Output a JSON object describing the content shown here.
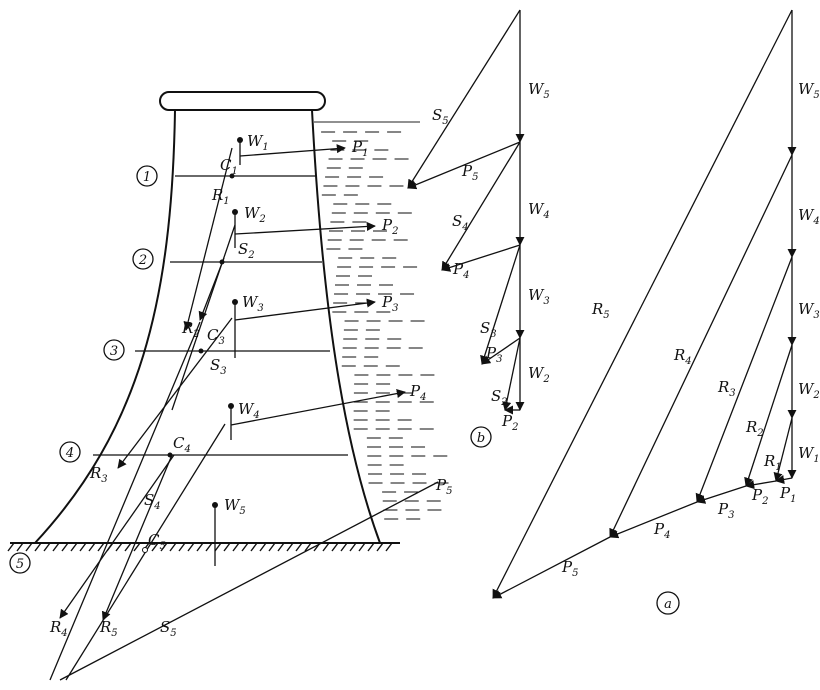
{
  "labels": {
    "W1": {
      "main": "W",
      "sub": "1"
    },
    "W2": {
      "main": "W",
      "sub": "2"
    },
    "W3": {
      "main": "W",
      "sub": "3"
    },
    "W4": {
      "main": "W",
      "sub": "4"
    },
    "W5": {
      "main": "W",
      "sub": "5"
    },
    "P1": {
      "main": "P",
      "sub": "1"
    },
    "P2": {
      "main": "P",
      "sub": "2"
    },
    "P3": {
      "main": "P",
      "sub": "3"
    },
    "P4": {
      "main": "P",
      "sub": "4"
    },
    "P5": {
      "main": "P",
      "sub": "5"
    },
    "C1": {
      "main": "C",
      "sub": "1"
    },
    "C3": {
      "main": "C",
      "sub": "3"
    },
    "C4": {
      "main": "C",
      "sub": "4"
    },
    "C5": {
      "main": "C",
      "sub": "5"
    },
    "R1": {
      "main": "R",
      "sub": "1"
    },
    "R2": {
      "main": "R",
      "sub": "2"
    },
    "R3": {
      "main": "R",
      "sub": "3"
    },
    "R4": {
      "main": "R",
      "sub": "4"
    },
    "R5": {
      "main": "R",
      "sub": "5"
    },
    "S2": {
      "main": "S",
      "sub": "2"
    },
    "S3": {
      "main": "S",
      "sub": "3"
    },
    "S4": {
      "main": "S",
      "sub": "4"
    },
    "S5": {
      "main": "S",
      "sub": "5"
    }
  },
  "joint_numbers": [
    "1",
    "2",
    "3",
    "4",
    "5"
  ],
  "polygon_b": {
    "marker": "b",
    "W5": {
      "main": "W",
      "sub": "5"
    },
    "W4": {
      "main": "W",
      "sub": "4"
    },
    "W3": {
      "main": "W",
      "sub": "3"
    },
    "W2": {
      "main": "W",
      "sub": "2"
    },
    "S5": {
      "main": "S",
      "sub": "5"
    },
    "S4": {
      "main": "S",
      "sub": "4"
    },
    "S3": {
      "main": "S",
      "sub": "3"
    },
    "S2": {
      "main": "S",
      "sub": "2"
    },
    "P5": {
      "main": "P",
      "sub": "5"
    },
    "P4": {
      "main": "P",
      "sub": "4"
    },
    "P3": {
      "main": "P",
      "sub": "3"
    },
    "P2": {
      "main": "P",
      "sub": "2"
    }
  },
  "polygon_a": {
    "marker": "a",
    "W5": {
      "main": "W",
      "sub": "5"
    },
    "W4": {
      "main": "W",
      "sub": "4"
    },
    "W3": {
      "main": "W",
      "sub": "3"
    },
    "W2": {
      "main": "W",
      "sub": "2"
    },
    "W1": {
      "main": "W",
      "sub": "1"
    },
    "R5": {
      "main": "R",
      "sub": "5"
    },
    "R4": {
      "main": "R",
      "sub": "4"
    },
    "R3": {
      "main": "R",
      "sub": "3"
    },
    "R2": {
      "main": "R",
      "sub": "2"
    },
    "R1": {
      "main": "R",
      "sub": "1"
    },
    "P5": {
      "main": "P",
      "sub": "5"
    },
    "P4": {
      "main": "P",
      "sub": "4"
    },
    "P3": {
      "main": "P",
      "sub": "3"
    },
    "P2": {
      "main": "P",
      "sub": "2"
    },
    "P1": {
      "main": "P",
      "sub": "1"
    }
  }
}
